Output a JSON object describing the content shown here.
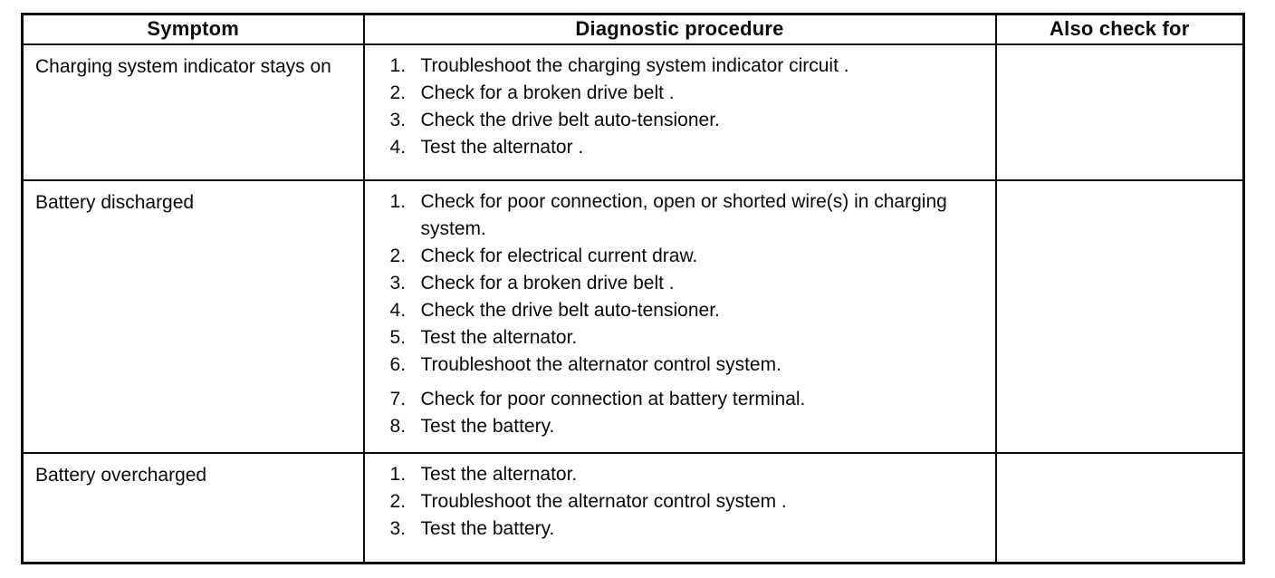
{
  "table": {
    "headers": {
      "symptom": "Symptom",
      "procedure": "Diagnostic procedure",
      "also_check": "Also check for"
    },
    "rows": [
      {
        "symptom": "Charging system indicator stays on",
        "steps": [
          "Troubleshoot the charging system indicator circuit .",
          "Check for a broken drive belt .",
          "Check the drive belt auto-tensioner.",
          "Test the alternator ."
        ],
        "also_check": ""
      },
      {
        "symptom": "Battery discharged",
        "steps": [
          "Check for poor connection, open or shorted wire(s) in charging system.",
          "Check for electrical current draw.",
          "Check for a broken drive belt .",
          "Check the drive belt auto-tensioner.",
          "Test the alternator.",
          "Troubleshoot the alternator control system.",
          "Check for poor connection at battery terminal.",
          "Test the battery."
        ],
        "also_check": ""
      },
      {
        "symptom": "Battery overcharged",
        "steps": [
          "Test the alternator.",
          "Troubleshoot the alternator control system .",
          "Test the battery."
        ],
        "also_check": ""
      }
    ]
  }
}
